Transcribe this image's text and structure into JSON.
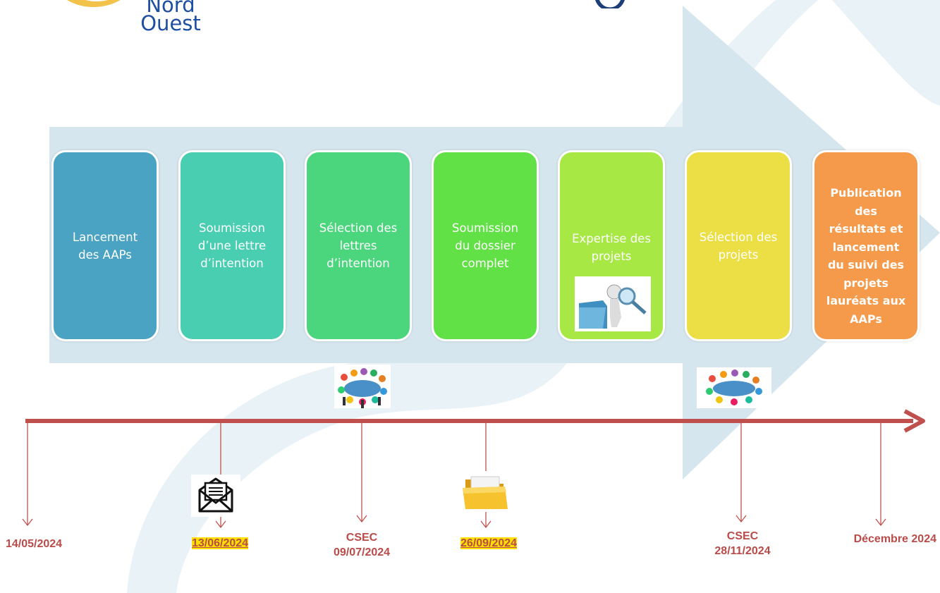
{
  "logo": {
    "line1": "Nord",
    "line2": "Ouest"
  },
  "steps": [
    {
      "label": "Lancement des AAPs",
      "color": "#4aa3c2"
    },
    {
      "label": "Soumission d’une lettre d’intention",
      "color": "#49ceb1"
    },
    {
      "label": "Sélection des lettres d’intention",
      "color": "#4bd67d"
    },
    {
      "label": "Soumission du dossier complet",
      "color": "#62e147"
    },
    {
      "label": "Expertise des projets",
      "color": "#a8e844",
      "icon": "magnifier-folder-icon"
    },
    {
      "label": "Sélection des projets",
      "color": "#ecdf45"
    },
    {
      "label": "Publication des résultats et lancement du suivi des projets lauréats aux AAPs",
      "color": "#f5994a"
    }
  ],
  "timeline": {
    "arrow_color": "#c0504d",
    "milestones": [
      {
        "date": "14/05/2024"
      },
      {
        "date": "13/06/2024",
        "highlighted": true,
        "icon": "envelope-icon"
      },
      {
        "label": "CSEC",
        "date": "09/07/2024",
        "icon": "meeting-table-icon"
      },
      {
        "date": "26/09/2024",
        "highlighted": true,
        "icon": "folder-icon"
      },
      {
        "label": "CSEC",
        "date": "28/11/2024",
        "icon": "meeting-table-icon"
      },
      {
        "date": "Décembre 2024"
      }
    ]
  },
  "colors": {
    "big_arrow": "#d6e6ee",
    "swoosh": "#e6f0f6",
    "highlight": "#ffe000",
    "date_text": "#b94b48"
  }
}
